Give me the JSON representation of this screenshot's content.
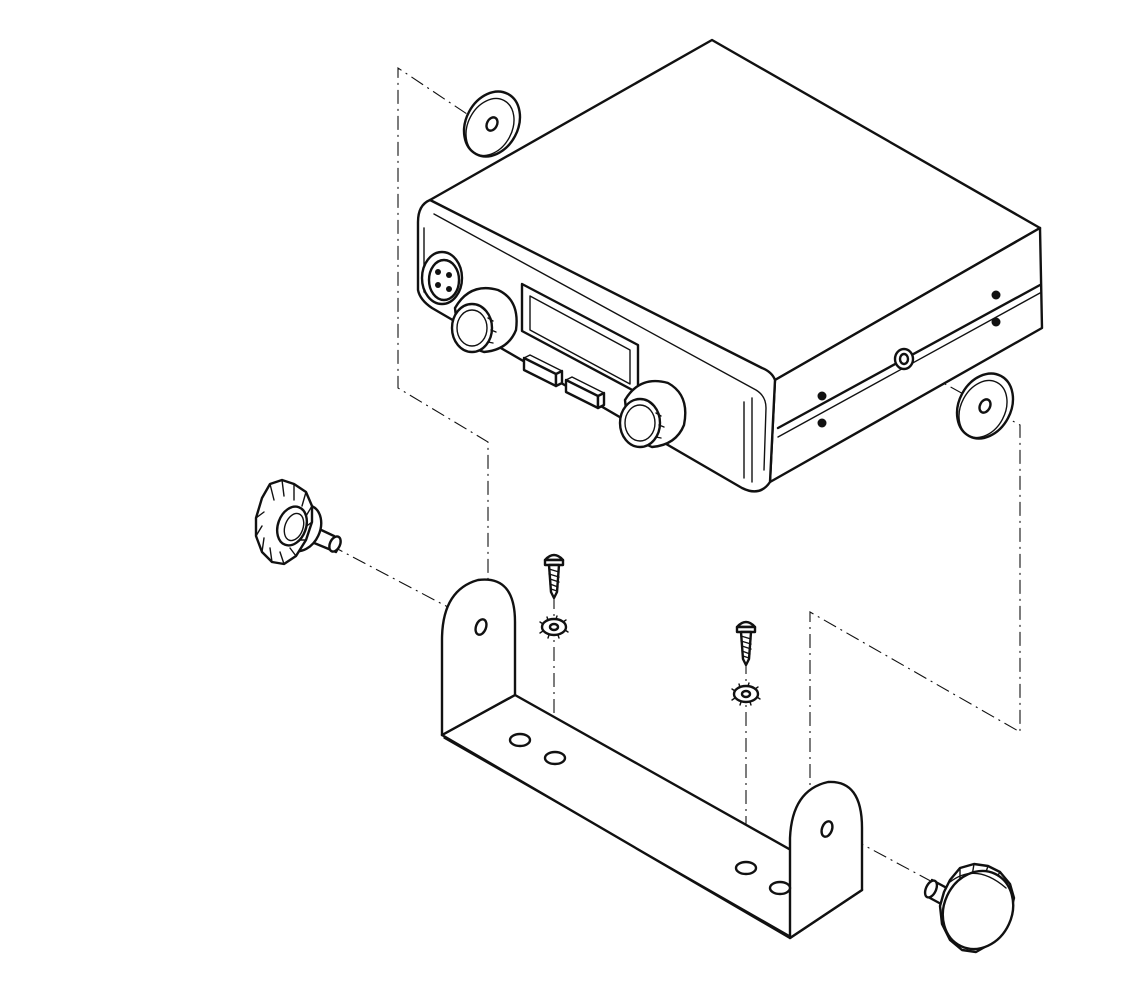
{
  "diagram": {
    "type": "exploded-assembly-drawing",
    "parts": [
      "radio-unit",
      "washer",
      "washer",
      "mounting-bracket",
      "knob",
      "knob",
      "screw",
      "screw",
      "lock-washer",
      "lock-washer"
    ],
    "colors": {
      "line": "#111111",
      "background": "#ffffff"
    }
  }
}
